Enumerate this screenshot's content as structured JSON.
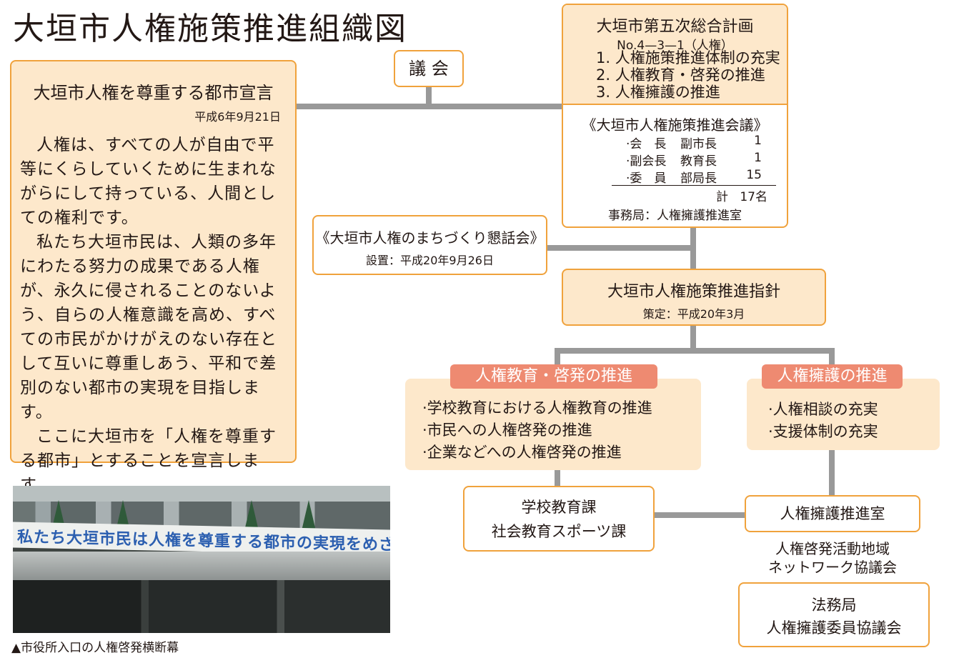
{
  "title": "大垣市人権施策推進組織図",
  "declaration": {
    "title": "大垣市人権を尊重する都市宣言",
    "date": "平成6年9月21日",
    "paragraphs": [
      "人権は、すべての人が自由で平等にくらしていくために生まれながらにして持っている、人間としての権利です。",
      "私たち大垣市民は、人類の多年にわたる努力の成果である人権が、永久に侵されることのないよう、自らの人権意識を高め、すべての市民がかけがえのない存在として互いに尊重しあう、平和で差別のない都市の実現を目指します。",
      "ここに大垣市を「人権を尊重する都市」とすることを宣言します。"
    ]
  },
  "gikai": "議 会",
  "plan": {
    "title": "大垣市第五次総合計画",
    "sub": "No.4—3—1（人権）",
    "items": [
      "1. 人権施策推進体制の充実",
      "2. 人権教育・啓発の推進",
      "3. 人権擁護の推進"
    ]
  },
  "council": {
    "title": "《大垣市人権施策推進会議》",
    "members": [
      {
        "role": "·会　長",
        "post": "副市長",
        "count": "1"
      },
      {
        "role": "·副会長",
        "post": "教育長",
        "count": "1"
      },
      {
        "role": "·委　員",
        "post": "部局長",
        "count": "15"
      }
    ],
    "total_label": "計",
    "total": "17名",
    "office": "事務局：人権擁護推進室"
  },
  "forum": {
    "title": "《大垣市人権のまちづくり懇話会》",
    "date": "設置：平成20年9月26日"
  },
  "guideline": {
    "title": "大垣市人権施策推進指針",
    "date": "策定：平成20年3月"
  },
  "education": {
    "label": "人権教育・啓発の推進",
    "items": [
      "·学校教育における人権教育の推進",
      "·市民への人権啓発の推進",
      "·企業などへの人権啓発の推進"
    ]
  },
  "advocacy": {
    "label": "人権擁護の推進",
    "items": [
      "·人権相談の充実",
      "·支援体制の充実"
    ]
  },
  "school_dept": {
    "line1": "学校教育課",
    "line2": "社会教育スポーツ課"
  },
  "advocacy_office": "人権擁護推進室",
  "network": {
    "line1": "人権啓発活動地域",
    "line2": "ネットワーク協議会"
  },
  "legal": {
    "line1": "法務局",
    "line2": "人権擁護委員協議会"
  },
  "photo": {
    "banner_text": "私たち大垣市民は人権を尊重する都市の実現をめざします",
    "caption": "▲市役所入口の人権啓発横断幕"
  },
  "colors": {
    "border": "#f0a23c",
    "fill": "#fde8cb",
    "pill": "#ee8a71",
    "line": "#999999"
  }
}
